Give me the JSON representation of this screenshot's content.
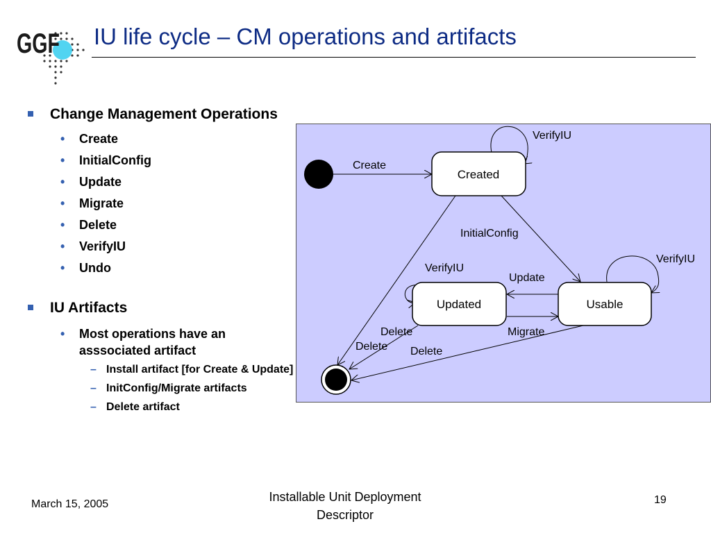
{
  "slide": {
    "title": "IU life cycle – CM operations and artifacts",
    "logo_text": "GGF"
  },
  "sections": [
    {
      "heading": "Change Management Operations",
      "items": [
        "Create",
        "InitialConfig",
        "Update",
        "Migrate",
        "Delete",
        "VerifyIU",
        "Undo"
      ]
    },
    {
      "heading": "IU Artifacts",
      "items": [
        "Most operations have an asssociated artifact"
      ],
      "subitems": [
        "Install artifact  [for Create & Update]",
        "InitConfig/Migrate artifacts",
        "Delete artifact"
      ]
    }
  ],
  "diagram": {
    "background": "#ccccff",
    "states": {
      "created": "Created",
      "updated": "Updated",
      "usable": "Usable"
    },
    "transitions": {
      "create": "Create",
      "verify_created": "VerifyIU",
      "initial_config": "InitialConfig",
      "verify_updated": "VerifyIU",
      "verify_usable": "VerifyIU",
      "update": "Update",
      "migrate": "Migrate",
      "delete_updated": "Delete",
      "delete_created": "Delete",
      "delete_usable": "Delete"
    }
  },
  "footer": {
    "date": "March 15, 2005",
    "center": "Installable Unit Deployment Descriptor",
    "page": "19"
  },
  "colors": {
    "title": "#0d2b84",
    "bullet": "#3460b0",
    "diagram_bg": "#ccccff"
  }
}
